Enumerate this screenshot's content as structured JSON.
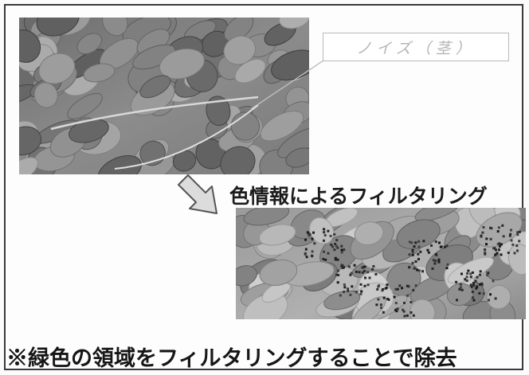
{
  "figure": {
    "callout_label": "ノイズ（茎）",
    "filter_caption": "色情報によるフィルタリング",
    "note": "※緑色の領域をフィルタリングすることで除去",
    "images": {
      "top": {
        "description_id": "leaves-original",
        "tone": "#8a8a8a"
      },
      "bottom": {
        "description_id": "leaves-filtered",
        "tone": "#9a9a9a"
      }
    },
    "colors": {
      "frame": "#3a3a3a",
      "callout_border": "#b8b8b8",
      "callout_text": "#b4b4b4",
      "arrow_fill": "#d9d9d9",
      "arrow_stroke": "#5a5a5a",
      "text": "#1c1c1c"
    },
    "icons": {
      "arrow": "arrow-down-right-icon"
    }
  }
}
